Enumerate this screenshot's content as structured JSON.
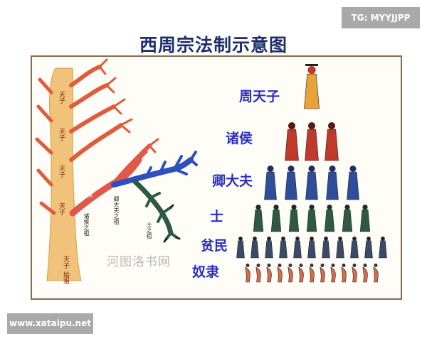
{
  "title": "西周宗法制示意图",
  "watermarks": {
    "top_right": "TG: MYYJJPP",
    "bottom_left": "www.xataipu.net"
  },
  "brand": "河图洛书网",
  "pyramid_levels": [
    {
      "label": "周天子",
      "count": 1
    },
    {
      "label": "诸侯",
      "count": 3
    },
    {
      "label": "卿大夫",
      "count": 5
    },
    {
      "label": "士",
      "count": 7
    },
    {
      "label": "贫民",
      "count": 11
    },
    {
      "label": "奴隶",
      "count": 13
    }
  ],
  "tree": {
    "trunk_labels": [
      "天子",
      "天子",
      "天子",
      "天子",
      "天子"
    ],
    "root_label": "始祖",
    "branch_labels": [
      "诸侯",
      "诸侯之祖",
      "卿大夫之祖",
      "士之祖"
    ]
  },
  "colors": {
    "trunk": "#f0c27a",
    "trunk_branch": "#e05c3c",
    "red_branch": "#e0584a",
    "blue_branch": "#2d4fbf",
    "green_branch": "#2e5a43",
    "title": "#1f2d6b",
    "rank_text": "#2b2fbf"
  }
}
